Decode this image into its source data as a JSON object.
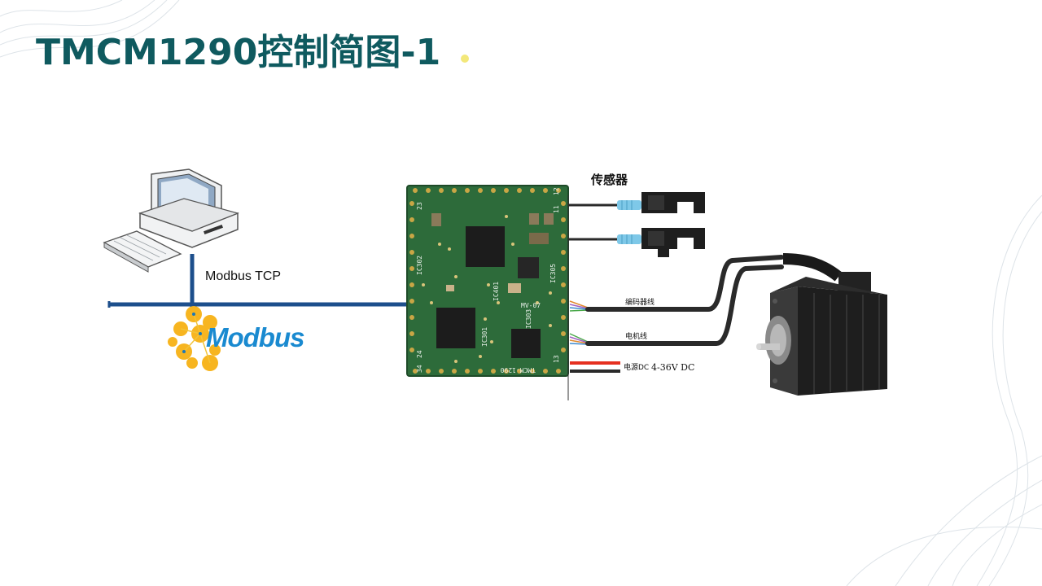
{
  "slide": {
    "title": "TMCM1290控制简图-1"
  },
  "network": {
    "protocol_label": "Modbus TCP",
    "logo_text": "Modbus"
  },
  "board": {
    "silkscreen": [
      "IC302",
      "IC401",
      "IC305",
      "MV-07",
      "IC303",
      "IC301",
      "TMCM-1290",
      "23",
      "12",
      "11",
      "24",
      "34",
      "13"
    ]
  },
  "sensors": {
    "label": "传感器"
  },
  "cables": {
    "encoder_label": "编码器线",
    "motor_label": "电机线",
    "power_label": "电源DC",
    "voltage_label": "4-36V DC"
  },
  "colors": {
    "title": "#0f5a5f",
    "bus": "#1d4f8c",
    "board": "#2d6b3a",
    "cable": "#2a2a2a",
    "sensor_connector": "#7ec8e8",
    "power_red": "#e53020"
  }
}
